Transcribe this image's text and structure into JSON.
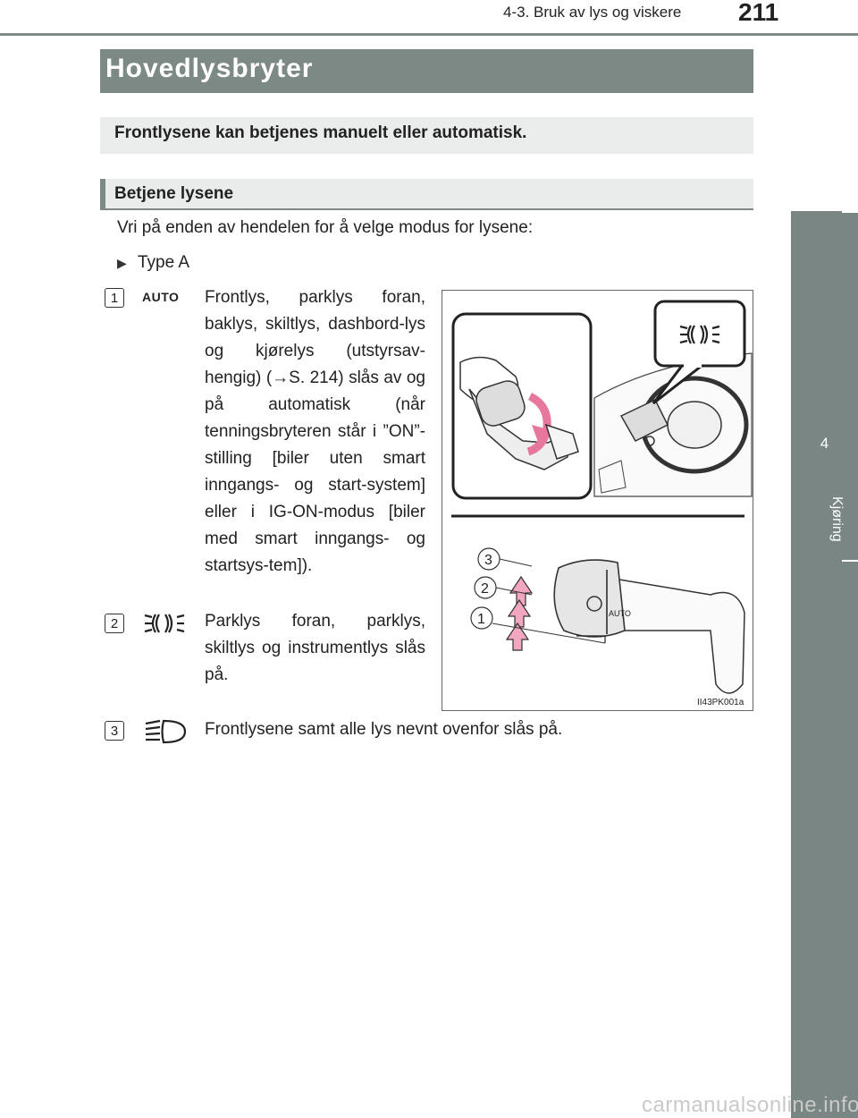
{
  "header": {
    "section": "4-3. Bruk av lys og viskere",
    "page_number": "211"
  },
  "side_tab": {
    "chapter_number": "4",
    "chapter_name": "Kjøring"
  },
  "title": "Hovedlysbryter",
  "intro": "Frontlysene kan betjenes manuelt eller automatisk.",
  "subheading": "Betjene lysene",
  "body_intro": "Vri på enden av hendelen for å velge modus for lysene:",
  "type_marker": "▶",
  "type_label": "Type A",
  "items": [
    {
      "number": "1",
      "symbol_text": "AUTO",
      "icon": "auto-mode-label",
      "text": "Frontlys, parklys foran, baklys, skiltlys, dashbord-lys og kjørelys (utstyrsav-hengig) (→S. 214) slås av og på automatisk (når tenningsbryteren står i ”ON”-stilling [biler uten smart inngangs- og start-system] eller i IG-ON-modus [biler med smart inngangs- og startsys-tem])."
    },
    {
      "number": "2",
      "icon": "parking-lights-icon",
      "text": "Parklys foran, parklys, skiltlys og instrumentlys slås på."
    },
    {
      "number": "3",
      "icon": "headlights-icon",
      "text": "Frontlysene samt alle lys nevnt ovenfor slås på."
    }
  ],
  "figure": {
    "code": "II43PK001a",
    "callouts": [
      "3",
      "2",
      "1"
    ],
    "lever_label": "AUTO"
  },
  "watermark": "carmanualsonline.info",
  "colors": {
    "accent_grey": "#7d8985",
    "tab_grey": "#7a8683",
    "box_light": "#eaedec",
    "arrow_pink": "#f3a6c0"
  }
}
